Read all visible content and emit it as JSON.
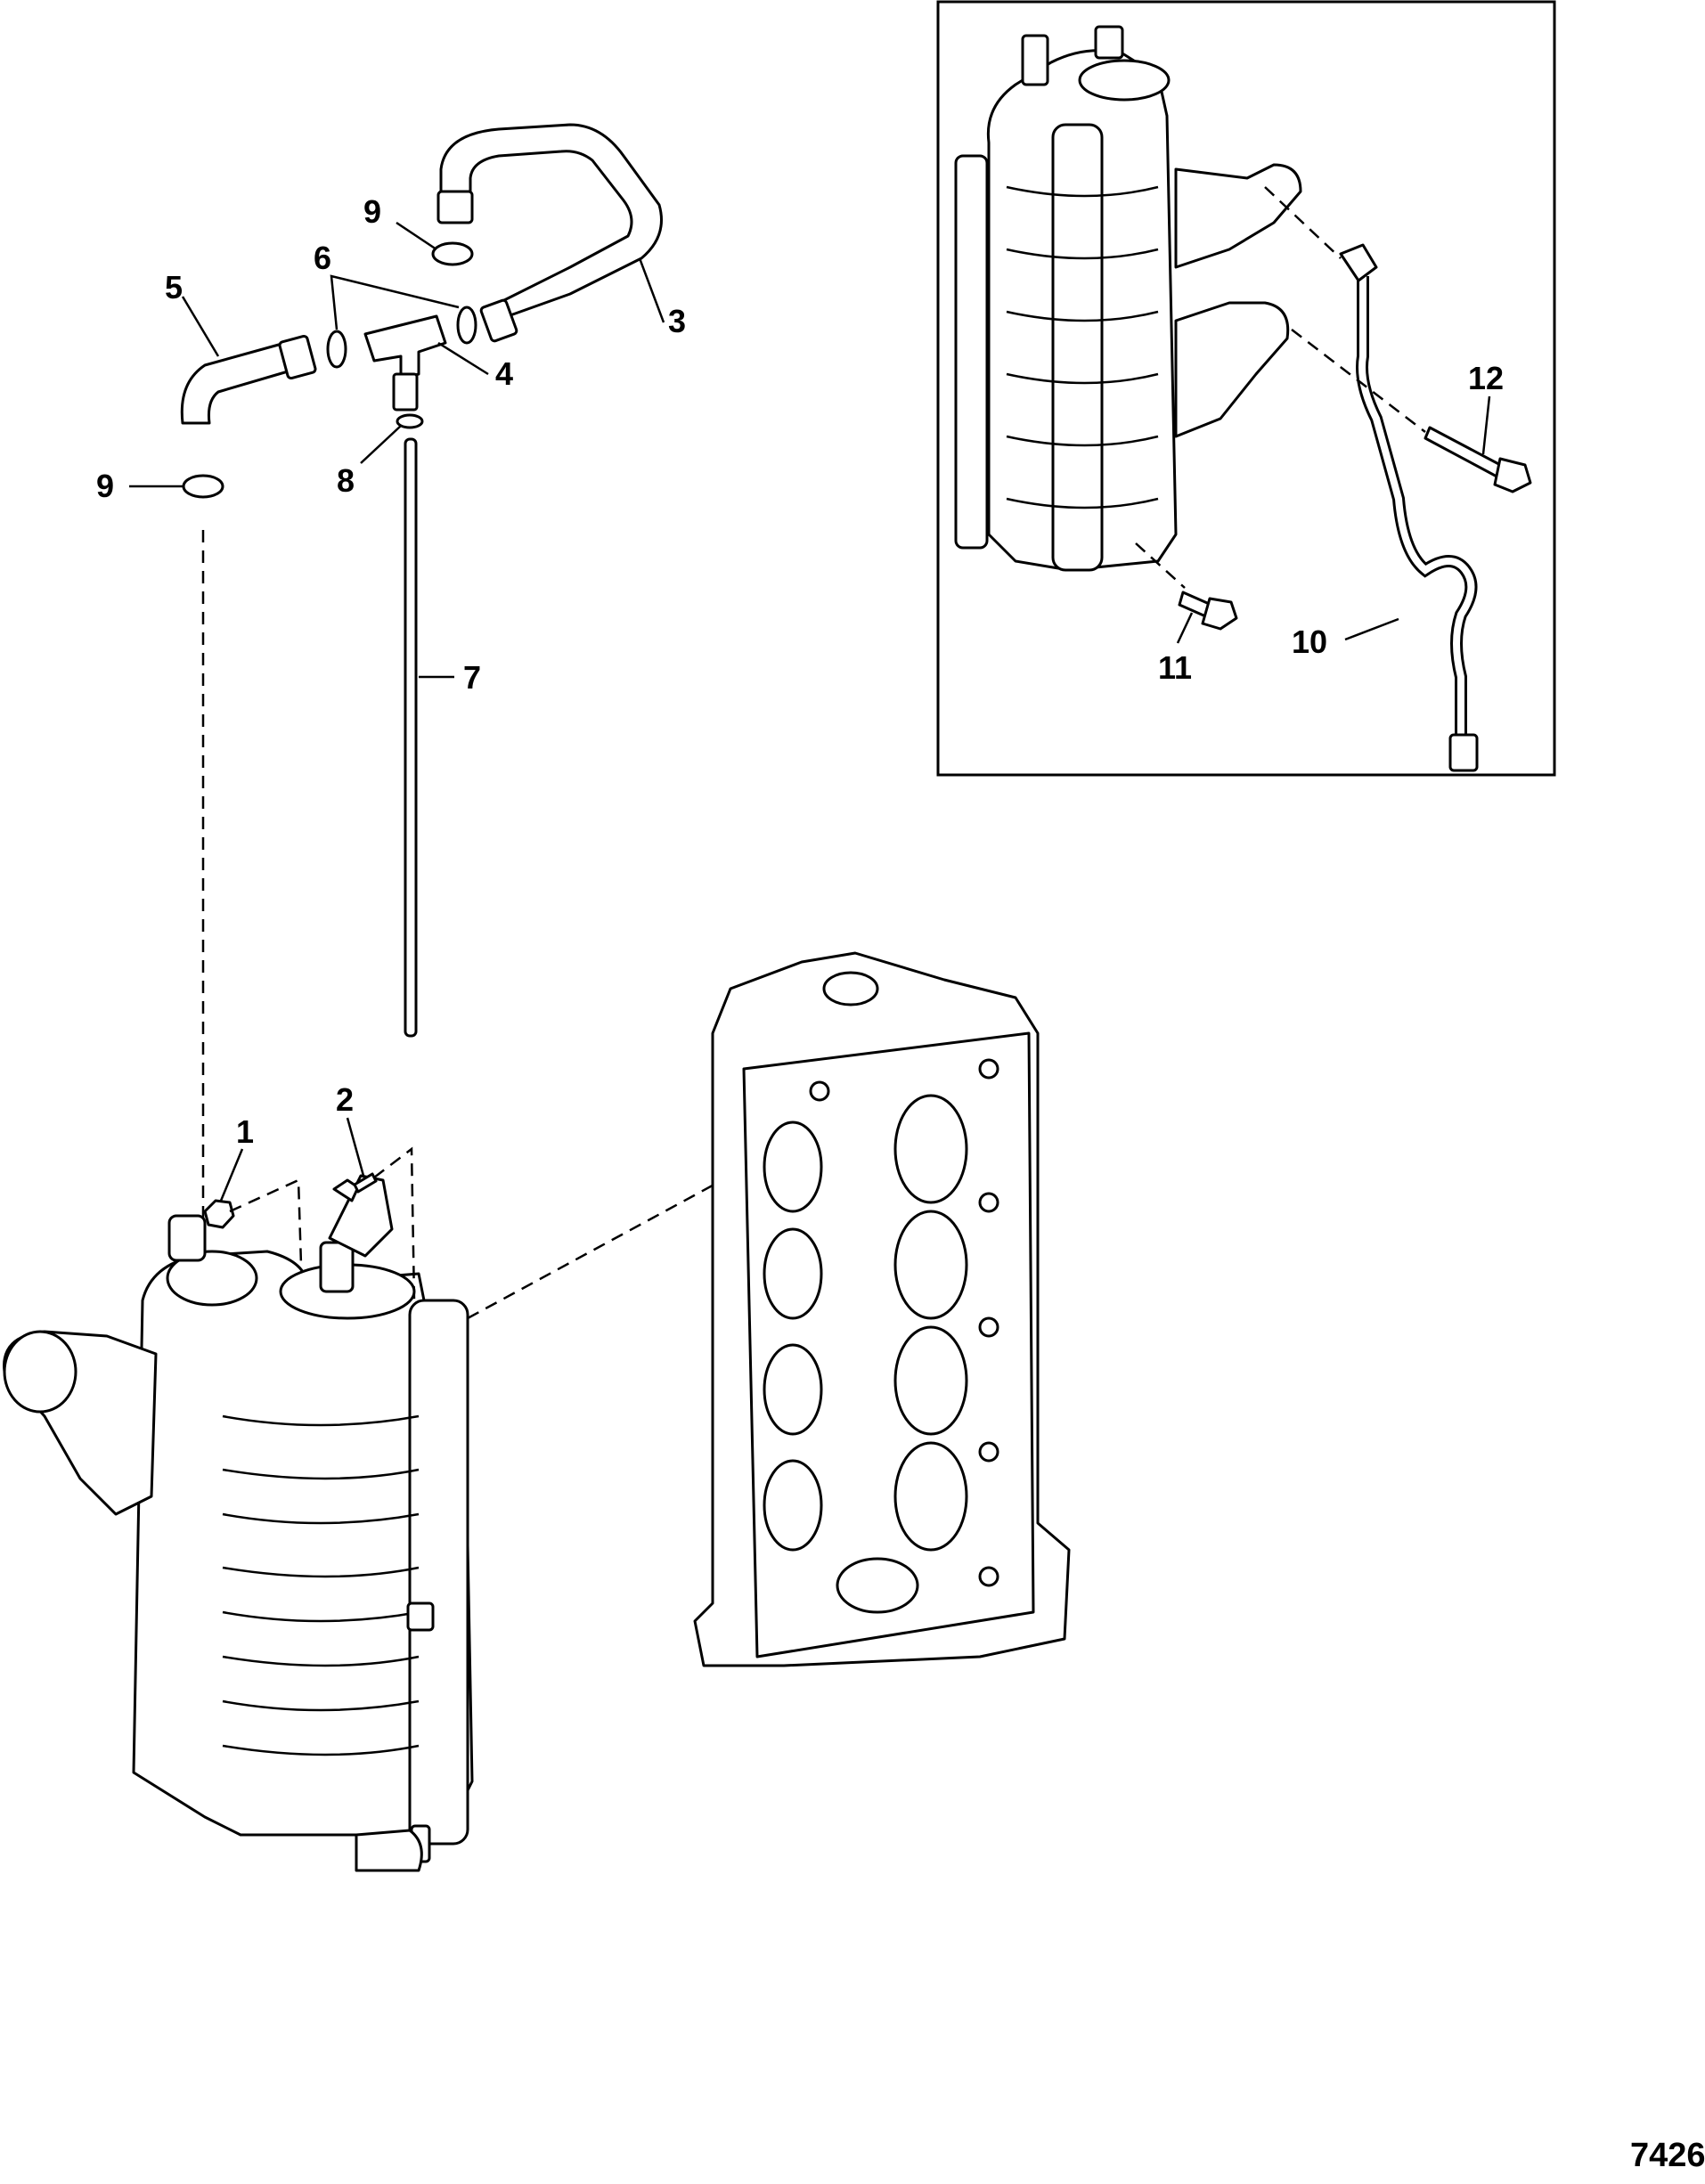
{
  "callouts": {
    "c1": "1",
    "c2": "2",
    "c3": "3",
    "c4": "4",
    "c5": "5",
    "c6": "6",
    "c7": "7",
    "c8": "8",
    "c9a": "9",
    "c9b": "9",
    "c10": "10",
    "c11": "11",
    "c12": "12"
  },
  "figure_id": "7426",
  "colors": {
    "line": "#000000",
    "background": "#ffffff",
    "shade": "#d9d9d9"
  }
}
